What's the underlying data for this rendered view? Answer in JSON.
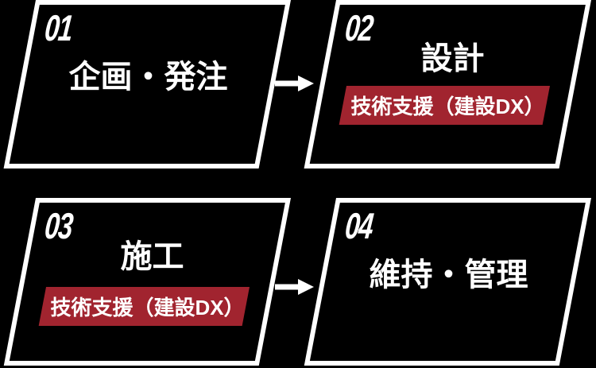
{
  "colors": {
    "background": "#000000",
    "panel_fill": "#000000",
    "panel_border": "#ffffff",
    "badge_red": "#a1242f",
    "text": "#ffffff"
  },
  "steps": [
    {
      "number": "01",
      "title": "企画・発注"
    },
    {
      "number": "02",
      "title": "設計",
      "badge_label": "技術支援（建設DX）"
    },
    {
      "number": "03",
      "title": "施工",
      "badge_label": "技術支援（建設DX）"
    },
    {
      "number": "04",
      "title": "維持・管理"
    }
  ],
  "arrows": [
    {
      "name": "step1-to-step2"
    },
    {
      "name": "step3-to-step4"
    }
  ]
}
